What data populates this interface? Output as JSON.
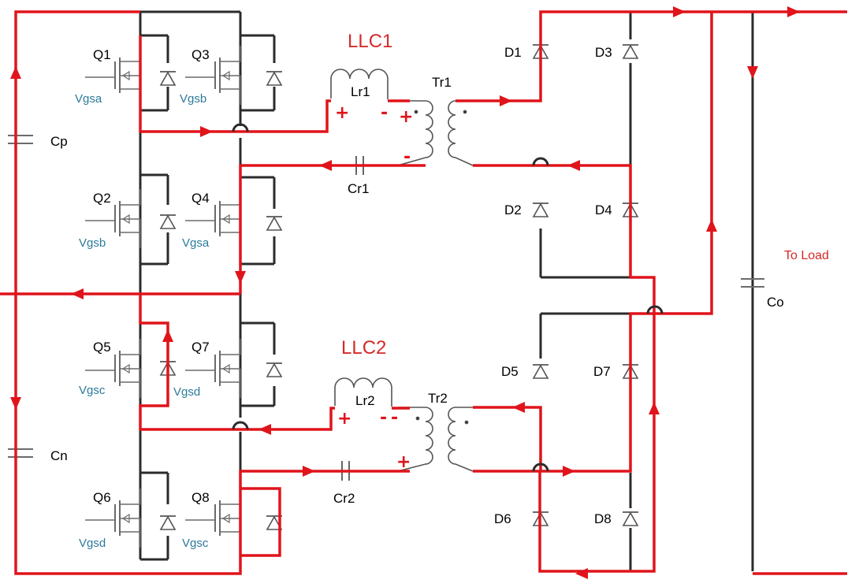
{
  "colors": {
    "current_path": "#e0141b",
    "wire": "#2b2b2b",
    "component": "#6b6b6b",
    "gate_label": "#2b7a9a",
    "title": "#d42a2a"
  },
  "titles": {
    "llc1": "LLC1",
    "llc2": "LLC2"
  },
  "switches": {
    "q1": "Q1",
    "q2": "Q2",
    "q3": "Q3",
    "q4": "Q4",
    "q5": "Q5",
    "q6": "Q6",
    "q7": "Q7",
    "q8": "Q8"
  },
  "gates": {
    "q1": "Vgsa",
    "q3": "Vgsb",
    "q2": "Vgsb",
    "q4": "Vgsa",
    "q5": "Vgsc",
    "q7": "Vgsd",
    "q6": "Vgsd",
    "q8": "Vgsc"
  },
  "capacitors": {
    "cp": "Cp",
    "cn": "Cn",
    "cr1": "Cr1",
    "cr2": "Cr2",
    "co": "Co"
  },
  "inductors": {
    "lr1": "Lr1",
    "lr2": "Lr2"
  },
  "transformers": {
    "tr1": "Tr1",
    "tr2": "Tr2"
  },
  "diodes": {
    "d1": "D1",
    "d2": "D2",
    "d3": "D3",
    "d4": "D4",
    "d5": "D5",
    "d6": "D6",
    "d7": "D7",
    "d8": "D8"
  },
  "load": "To  Load",
  "polarity": {
    "plus": "+",
    "minus": "-"
  }
}
